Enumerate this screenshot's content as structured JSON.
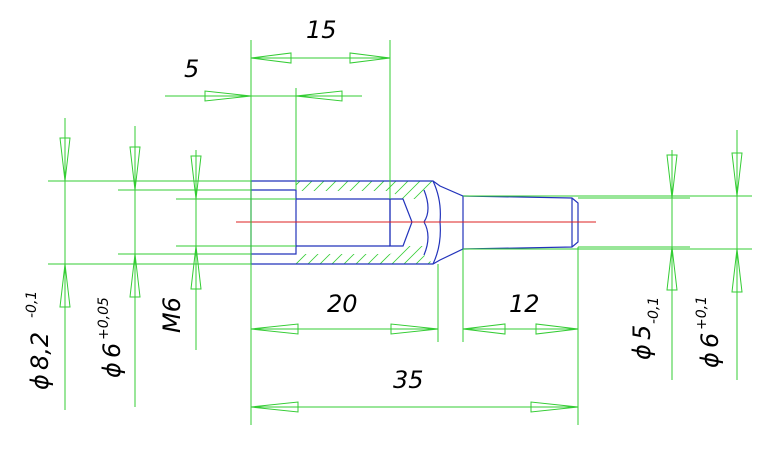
{
  "drawing": {
    "dimensions": {
      "d15": "15",
      "d5": "5",
      "d20": "20",
      "d12": "12",
      "d35": "35"
    },
    "diameters": {
      "phi82": {
        "sym": "ϕ",
        "main": "8,2",
        "tol": "-0,1"
      },
      "phi6a": {
        "sym": "ϕ",
        "main": "6",
        "tol": "+0,05"
      },
      "m6": {
        "main": "M6"
      },
      "phi5": {
        "sym": "ϕ",
        "main": "5",
        "tol": "-0,1"
      },
      "phi6b": {
        "sym": "ϕ",
        "main": "6",
        "tol": "+0,1"
      }
    },
    "colors": {
      "dimension": "#33cc33",
      "outline": "#2233bb",
      "axis": "#dd2222",
      "text": "#000000"
    }
  }
}
